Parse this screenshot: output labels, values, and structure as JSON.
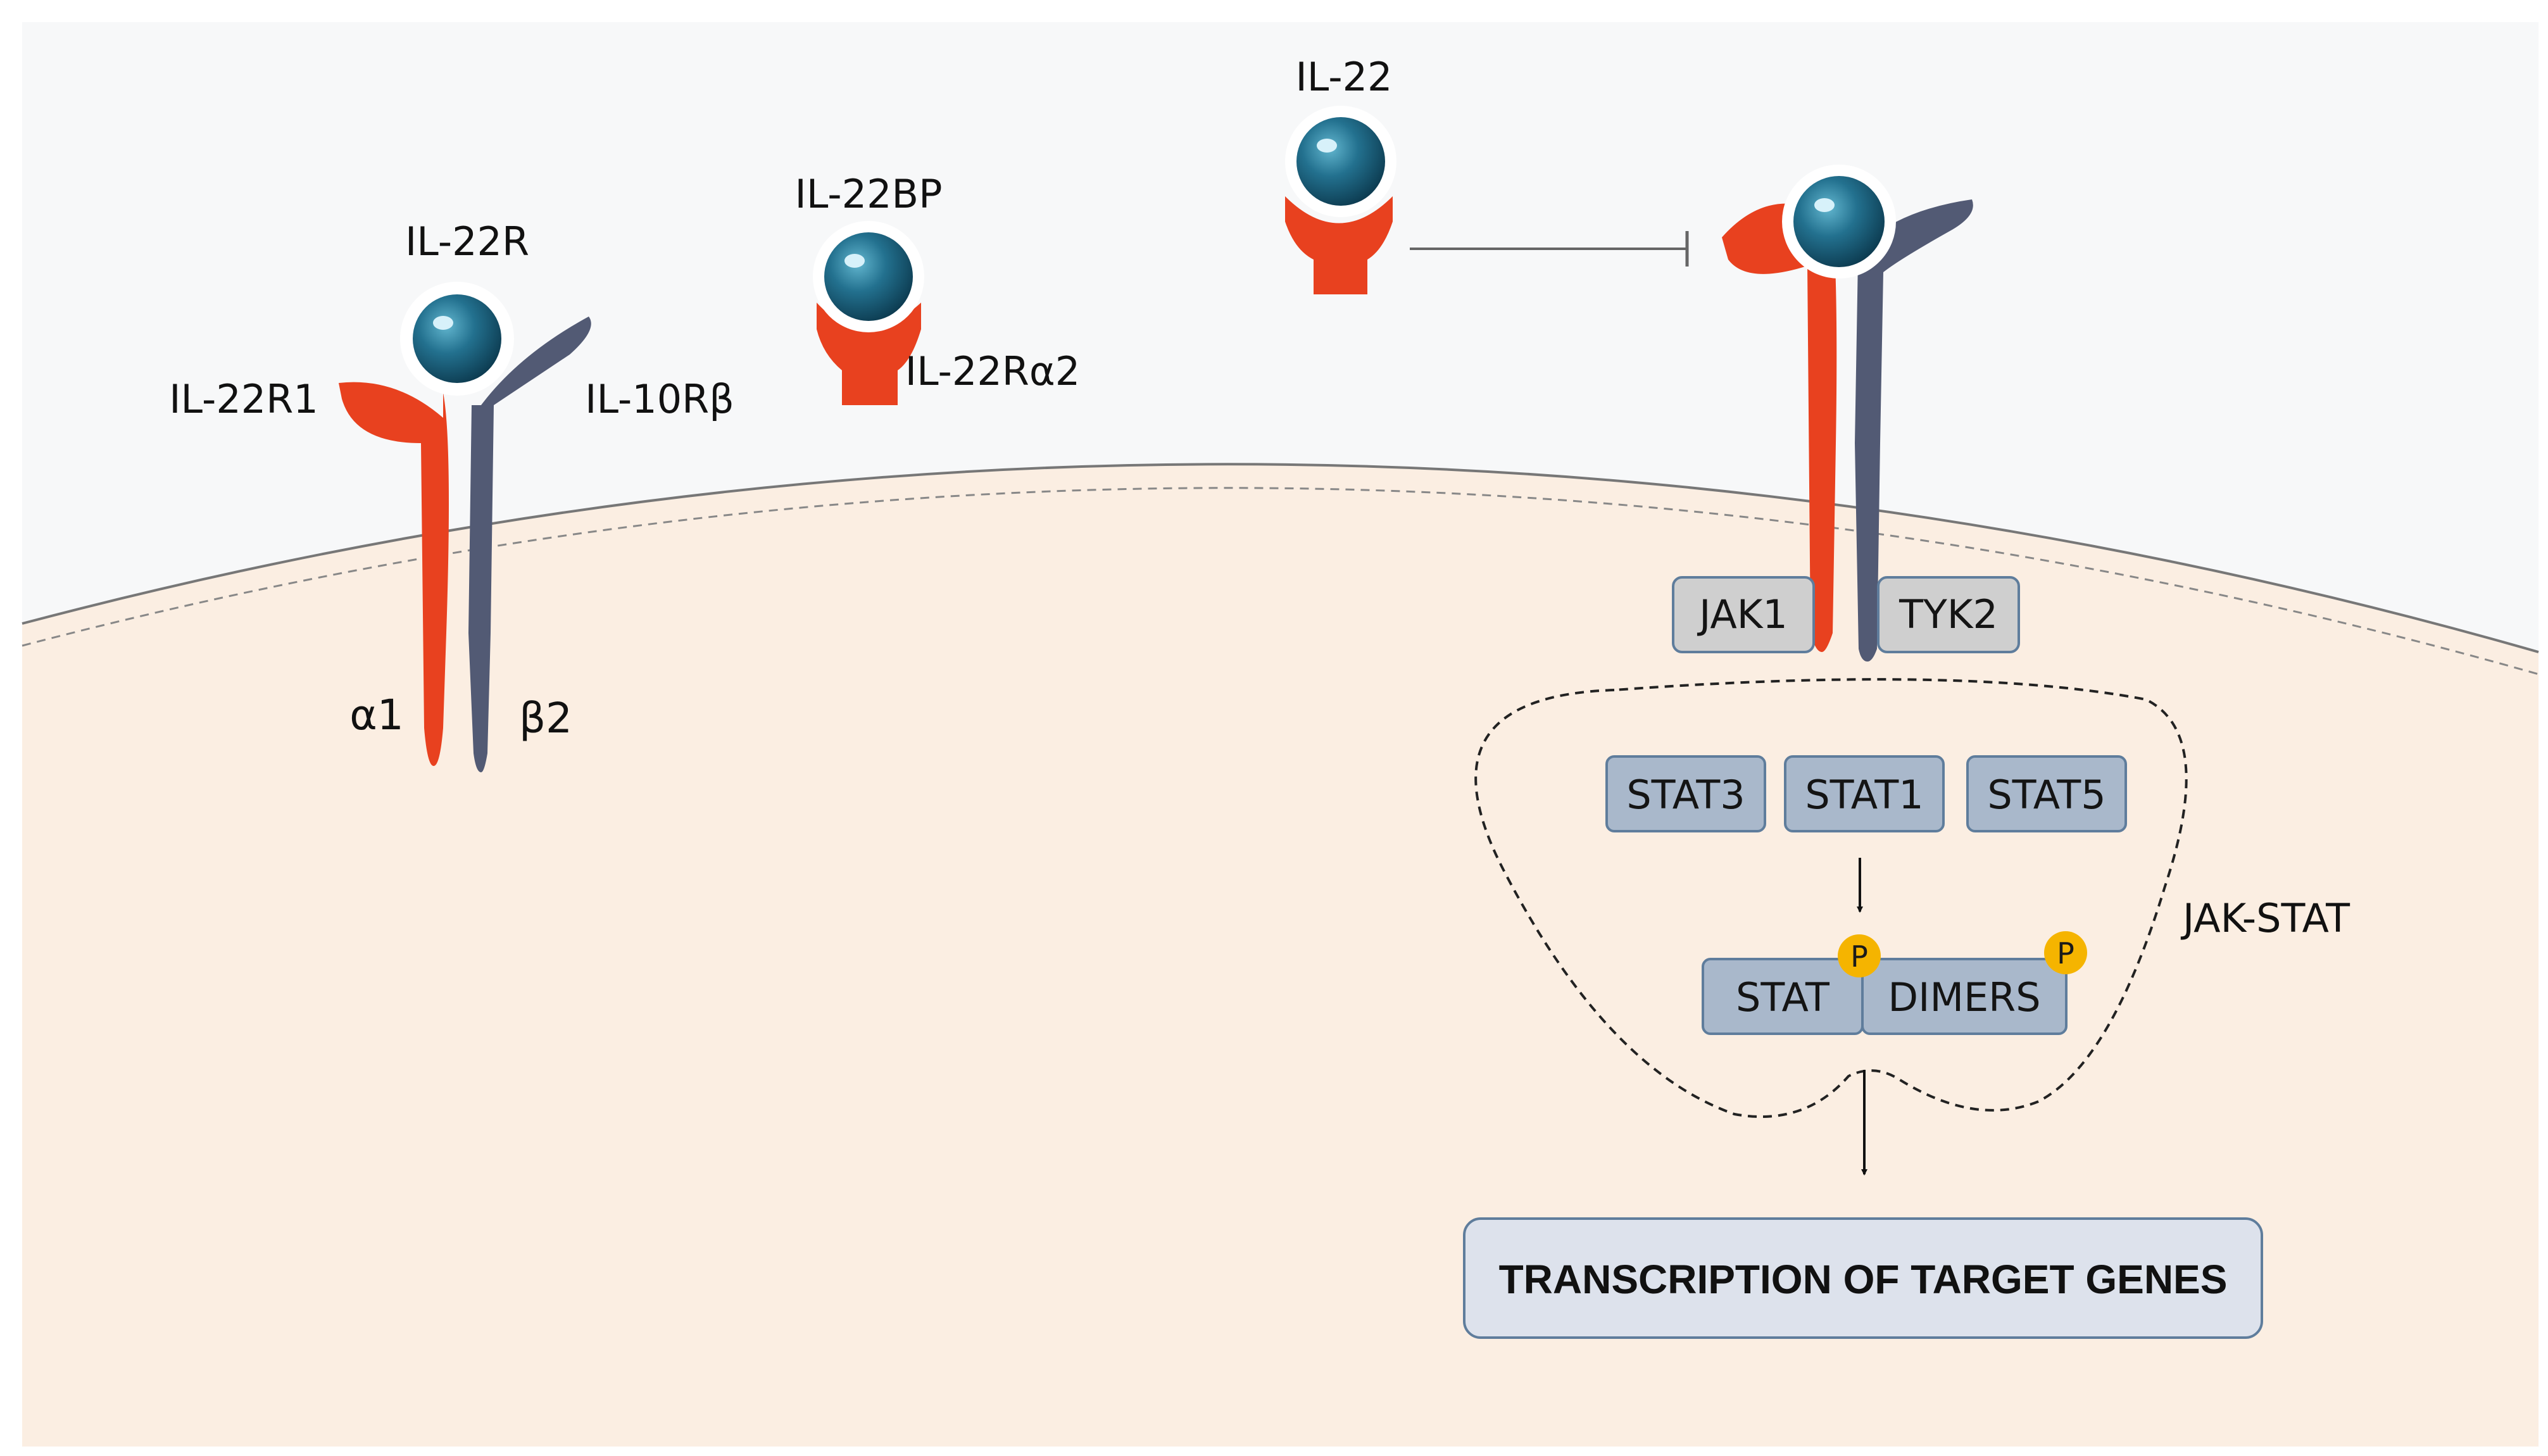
{
  "labels": {
    "il22r": "IL-22R",
    "il22r1": "IL-22R1",
    "il10rb": "IL-10Rβ",
    "alpha1": "α1",
    "beta2": "β2",
    "il22bp": "IL-22BP",
    "il22ra2": "IL-22Rα2",
    "il22": "IL-22",
    "jak_stat": "JAK-STAT"
  },
  "kinases": {
    "jak1": "JAK1",
    "tyk2": "TYK2"
  },
  "stats": [
    "STAT3",
    "STAT1",
    "STAT5"
  ],
  "dimers": {
    "left": "STAT",
    "right": "DIMERS",
    "phospho": "P"
  },
  "outcome": "TRANSCRIPTION OF TARGET GENES",
  "colors": {
    "background": "#f7f8f9",
    "cell": "#fbeee2",
    "membrane": "#6b6b6b",
    "receptor_red": "#e8411f",
    "receptor_slate": "#525a74",
    "ligand_teal": "#1f6f8f",
    "box_fill": "#a9b8cb",
    "box_stroke": "#5f7d9c",
    "kinase_fill": "#cfcfcf",
    "outcome_fill": "#dde2ec",
    "phospho": "#f5b400"
  }
}
